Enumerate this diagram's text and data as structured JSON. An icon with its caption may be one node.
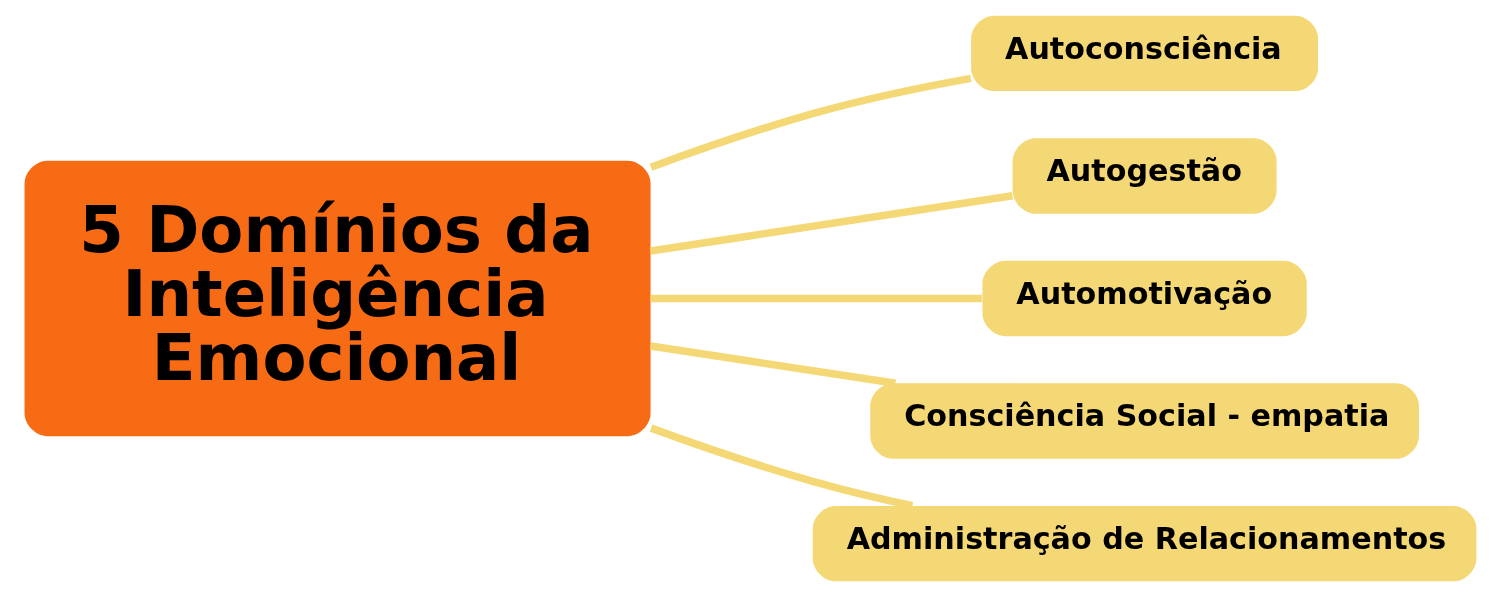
{
  "diagram": {
    "nodes": [
      {
        "text": [
          "5 Domínios da Inteligência Emocional"
        ]
      },
      {
        "text": [
          "Autoconsciência"
        ]
      },
      {
        "text": [
          "Autogestão"
        ]
      },
      {
        "text": [
          "Automotivação"
        ]
      },
      {
        "text": [
          "Consciência Social - empatia"
        ]
      },
      {
        "text": [
          "Administração de Relacionamentos"
        ]
      }
    ],
    "edges": [
      {
        "from": 0,
        "to": 1,
        "arrow": "none"
      },
      {
        "from": 0,
        "to": 2,
        "arrow": "none"
      },
      {
        "from": 0,
        "to": 3,
        "arrow": "none"
      },
      {
        "from": 0,
        "to": 4,
        "arrow": "none"
      },
      {
        "from": 0,
        "to": 5,
        "arrow": "none"
      }
    ]
  }
}
